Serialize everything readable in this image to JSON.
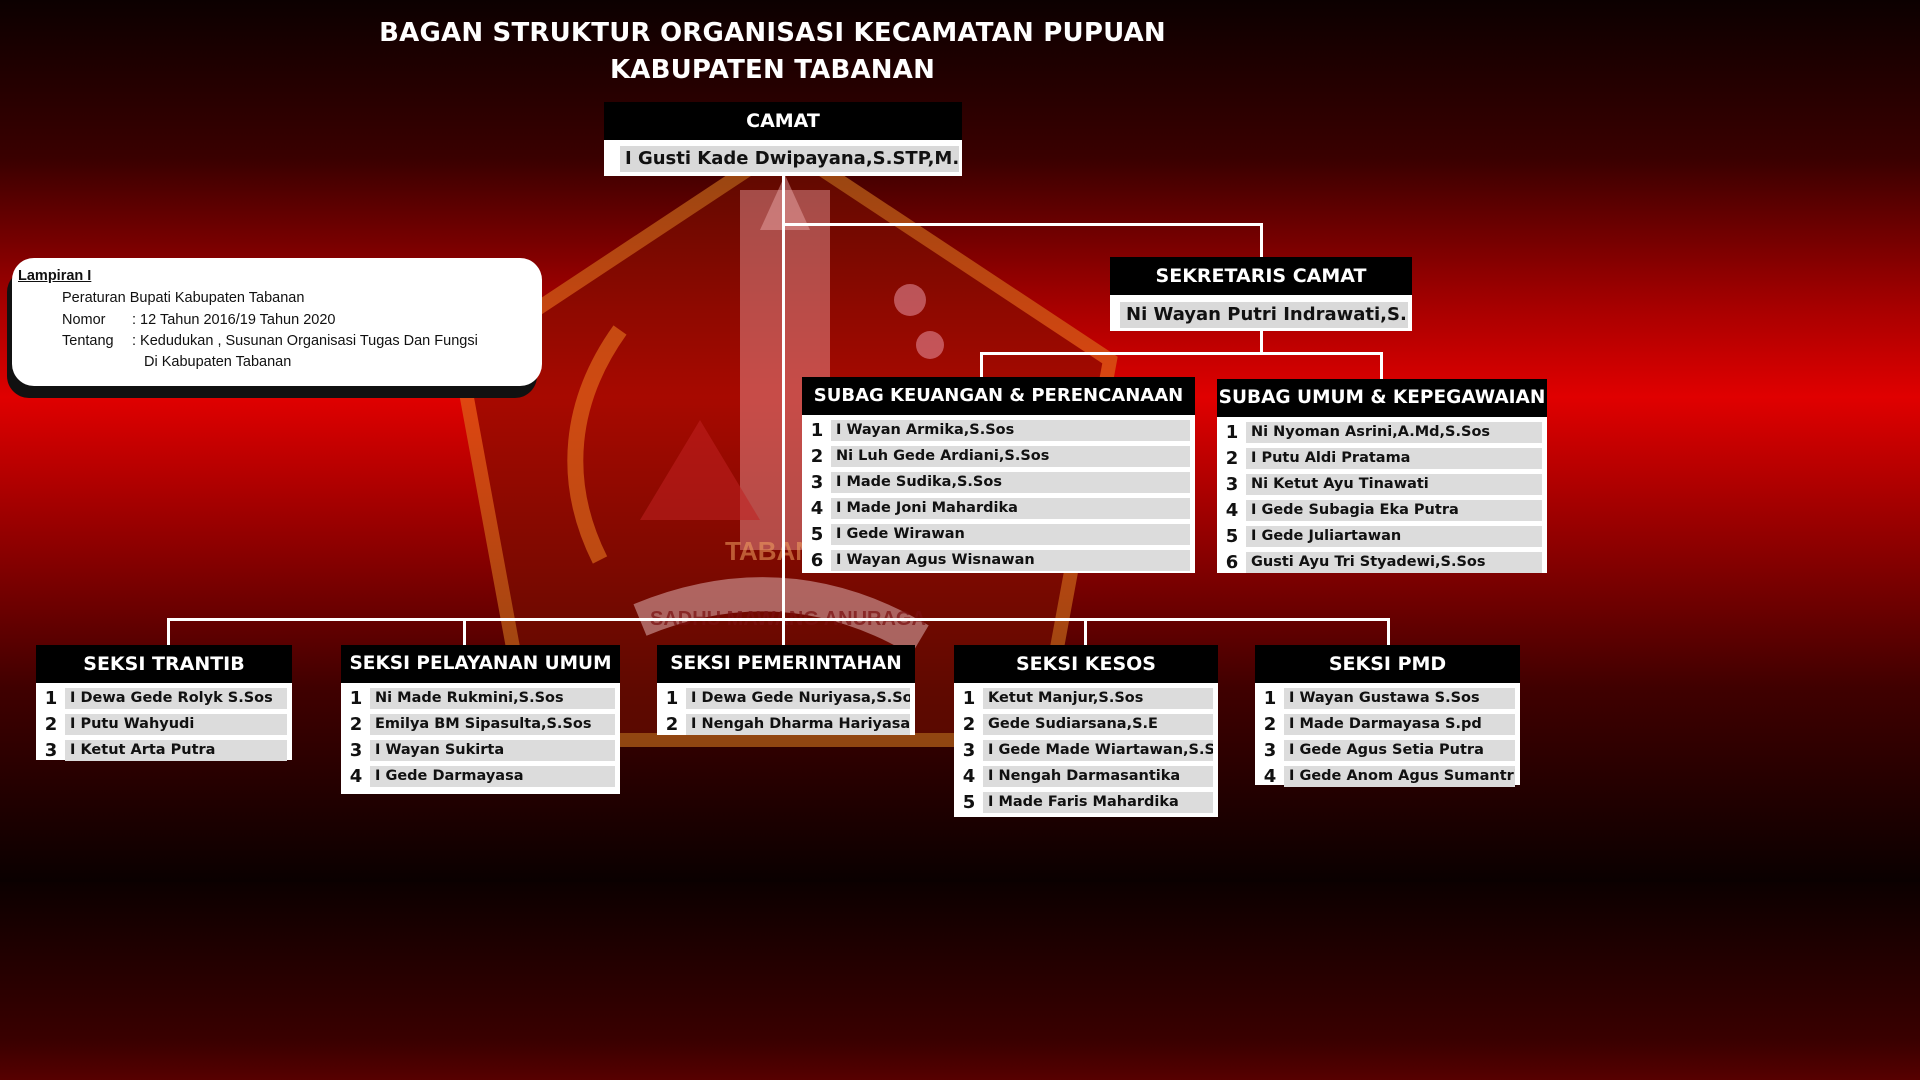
{
  "title": {
    "line1": "BAGAN STRUKTUR ORGANISASI KECAMATAN PUPUAN",
    "line2": "KABUPATEN TABANAN"
  },
  "lampiran": {
    "title": "Lampiran I",
    "peraturan": "Peraturan Bupati Kabupaten Tabanan",
    "nomor_label": "Nomor",
    "nomor_value": ": 12 Tahun 2016/19 Tahun 2020",
    "tentang_label": "Tentang",
    "tentang_line1": ": Kedudukan , Susunan Organisasi Tugas Dan Fungsi",
    "tentang_line2": "Di Kabupaten Tabanan"
  },
  "emblem_text": {
    "tabanan": "TABANAN",
    "motto": "SADHU MAWANG ANURAGA"
  },
  "camat": {
    "title": "CAMAT",
    "name": "I Gusti Kade Dwipayana,S.STP,M.M"
  },
  "sekretaris": {
    "title": "SEKRETARIS CAMAT",
    "name": "Ni Wayan Putri Indrawati,S.E"
  },
  "subag_keuangan": {
    "title": "SUBAG KEUANGAN & PERENCANAAN",
    "members": [
      {
        "no": "1",
        "name": "I Wayan Armika,S.Sos"
      },
      {
        "no": "2",
        "name": "Ni Luh Gede Ardiani,S.Sos"
      },
      {
        "no": "3",
        "name": "I Made Sudika,S.Sos"
      },
      {
        "no": "4",
        "name": "I Made Joni Mahardika"
      },
      {
        "no": "5",
        "name": "I Gede Wirawan"
      },
      {
        "no": "6",
        "name": "I Wayan Agus Wisnawan"
      }
    ]
  },
  "subag_umum": {
    "title": "SUBAG UMUM & KEPEGAWAIAN",
    "members": [
      {
        "no": "1",
        "name": "Ni Nyoman Asrini,A.Md,S.Sos"
      },
      {
        "no": "2",
        "name": "I Putu Aldi Pratama"
      },
      {
        "no": "3",
        "name": "Ni Ketut Ayu Tinawati"
      },
      {
        "no": "4",
        "name": "I Gede Subagia Eka Putra"
      },
      {
        "no": "5",
        "name": "I Gede Juliartawan"
      },
      {
        "no": "6",
        "name": "Gusti Ayu Tri Styadewi,S.Sos"
      }
    ]
  },
  "seksi_trantib": {
    "title": "SEKSI TRANTIB",
    "members": [
      {
        "no": "1",
        "name": "I Dewa Gede Rolyk S.Sos"
      },
      {
        "no": "2",
        "name": "I Putu Wahyudi"
      },
      {
        "no": "3",
        "name": "I Ketut Arta Putra"
      }
    ]
  },
  "seksi_pelayanan": {
    "title": "SEKSI PELAYANAN UMUM",
    "members": [
      {
        "no": "1",
        "name": "Ni Made Rukmini,S.Sos"
      },
      {
        "no": "2",
        "name": "Emilya BM Sipasulta,S.Sos"
      },
      {
        "no": "3",
        "name": "I Wayan Sukirta"
      },
      {
        "no": "4",
        "name": "I Gede Darmayasa"
      }
    ]
  },
  "seksi_pemerintahan": {
    "title": "SEKSI PEMERINTAHAN",
    "members": [
      {
        "no": "1",
        "name": "I Dewa Gede Nuriyasa,S.Sos"
      },
      {
        "no": "2",
        "name": "I Nengah Dharma Hariyasa"
      }
    ]
  },
  "seksi_kesos": {
    "title": "SEKSI KESOS",
    "members": [
      {
        "no": "1",
        "name": "Ketut Manjur,S.Sos"
      },
      {
        "no": "2",
        "name": "Gede Sudiarsana,S.E"
      },
      {
        "no": "3",
        "name": "I Gede Made Wiartawan,S.Sn"
      },
      {
        "no": "4",
        "name": "I Nengah Darmasantika"
      },
      {
        "no": "5",
        "name": "I Made Faris Mahardika"
      }
    ]
  },
  "seksi_pmd": {
    "title": "SEKSI PMD",
    "members": [
      {
        "no": "1",
        "name": "I Wayan Gustawa S.Sos"
      },
      {
        "no": "2",
        "name": "I Made Darmayasa S.pd"
      },
      {
        "no": "3",
        "name": "I Gede Agus Setia Putra"
      },
      {
        "no": "4",
        "name": "I Gede Anom Agus Sumantri,S.Sos"
      }
    ]
  }
}
